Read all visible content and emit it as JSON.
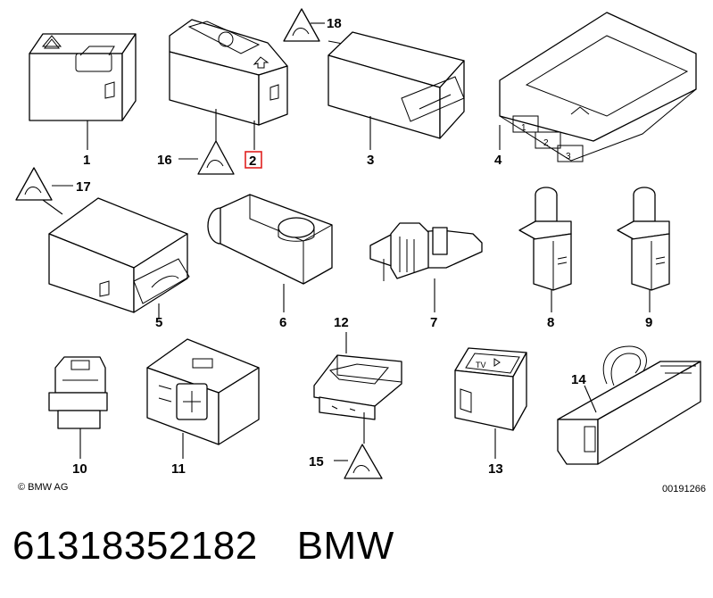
{
  "callouts": {
    "c1": "1",
    "c2": "2",
    "c3": "3",
    "c4": "4",
    "c5": "5",
    "c6": "6",
    "c7": "7",
    "c8": "8",
    "c9": "9",
    "c10": "10",
    "c11": "11",
    "c12": "12",
    "c13": "13",
    "c14": "14",
    "c15": "15",
    "c16": "16",
    "c17": "17",
    "c18": "18"
  },
  "highlighted_callout": "2",
  "part4_labels": [
    "1",
    "2",
    "3"
  ],
  "part13_label": "TV",
  "copyright": "© BMW AG",
  "diagram_number": "00191266",
  "caption": {
    "part_number": "61318352182",
    "brand": "BMW"
  },
  "colors": {
    "highlight": "#e0211f",
    "line": "#000000",
    "background": "#ffffff"
  },
  "icons": [
    "warning-triangle-icon",
    "arrow-up-icon",
    "trunk-icon"
  ]
}
